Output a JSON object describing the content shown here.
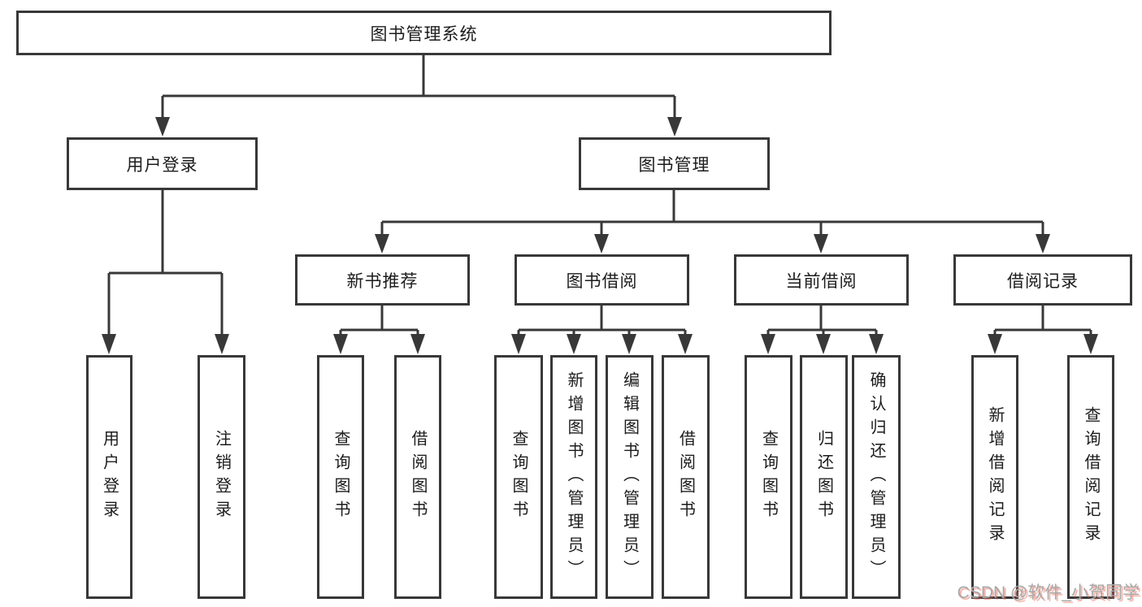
{
  "colors": {
    "line": "#383838",
    "box_border": "#383838",
    "text": "#1c1c1c",
    "background": "#ffffff",
    "watermark_gray": "#a8a8a8",
    "watermark_red_shadow": "#e8614d"
  },
  "chart_type": "hierarchy-diagram",
  "tree": {
    "root": "图书管理系统",
    "branches": [
      {
        "label": "用户登录",
        "leaves": [
          "用户登录",
          "注销登录"
        ]
      },
      {
        "label": "图书管理",
        "sections": [
          {
            "label": "新书推荐",
            "leaves": [
              "查询图书",
              "借阅图书"
            ]
          },
          {
            "label": "图书借阅",
            "leaves": [
              "查询图书",
              "新增图书（管理员）",
              "编辑图书（管理员）",
              "借阅图书"
            ]
          },
          {
            "label": "当前借阅",
            "leaves": [
              "查询图书",
              "归还图书",
              "确认归还（管理员）"
            ]
          },
          {
            "label": "借阅记录",
            "leaves": [
              "新增借阅记录",
              "查询借阅记录"
            ]
          }
        ]
      }
    ]
  },
  "watermark": "CSDN @软件_小贺同学"
}
